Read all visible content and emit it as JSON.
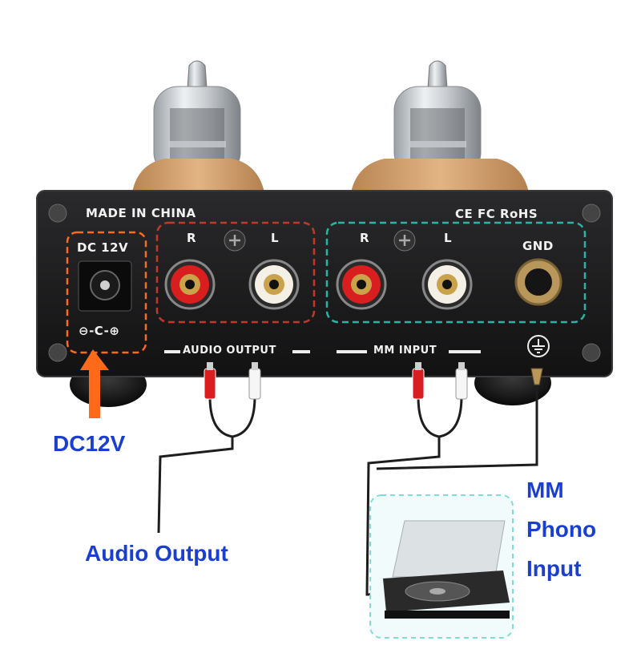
{
  "panel": {
    "made_in": "MADE IN CHINA",
    "certifications": "CE FC RoHS",
    "dc_label": "DC 12V",
    "polarity": "⊖-C-⊕",
    "ch_r": "R",
    "ch_l": "L",
    "gnd": "GND",
    "audio_output": "AUDIO OUTPUT",
    "mm_input": "MM INPUT"
  },
  "callouts": {
    "dc": "DC12V",
    "audio_output": "Audio Output",
    "phono_line1": "MM",
    "phono_line2": "Phono",
    "phono_line3": "Input"
  },
  "colors": {
    "chassis": "#1c1c1e",
    "tube_base": "#d6a674",
    "dc_box": "#ff6a1a",
    "output_box": "#c0392b",
    "input_box": "#2ab3a6",
    "callout_text": "#1a3fd0",
    "arrow": "#ff6a1a",
    "jack_red": "#d81e1e",
    "jack_white": "#f4f0e6"
  },
  "icons": [
    "ground-icon",
    "screw-icon",
    "arrow-up-icon"
  ]
}
